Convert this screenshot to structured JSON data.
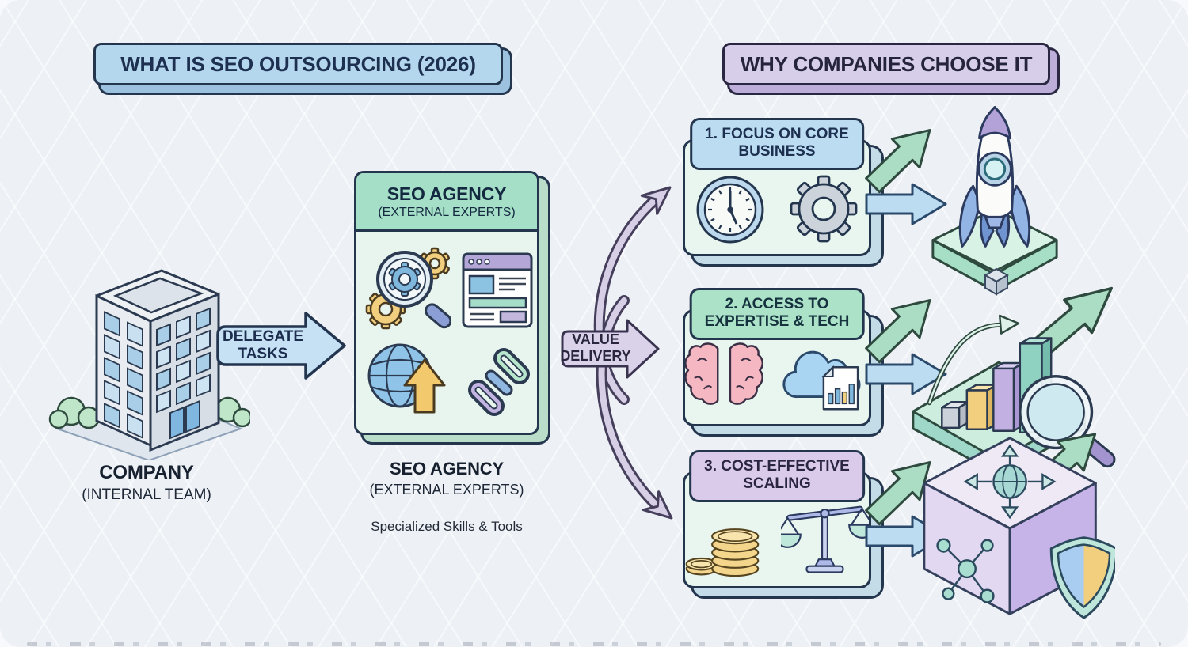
{
  "header": {
    "left_title": "WHAT IS SEO OUTSOURCING (2026)",
    "right_title": "WHY COMPANIES CHOOSE IT"
  },
  "left_flow": {
    "company_label": "COMPANY",
    "company_sublabel": "(INTERNAL TEAM)",
    "delegate_line1": "DELEGATE",
    "delegate_line2": "TASKS"
  },
  "agency": {
    "card_title": "SEO AGENCY",
    "card_subtitle": "(EXTERNAL EXPERTS)",
    "caption_title": "SEO AGENCY",
    "caption_subtitle": "(EXTERNAL EXPERTS)",
    "caption_note": "Specialized Skills & Tools"
  },
  "value_arrow": {
    "line1": "VALUE",
    "line2": "DELIVERY"
  },
  "benefits": [
    {
      "line1": "1. FOCUS ON CORE",
      "line2": "BUSINESS"
    },
    {
      "line1": "2. ACCESS TO",
      "line2": "EXPERTISE & TECH"
    },
    {
      "line1": "3. COST-EFFECTIVE",
      "line2": "SCALING"
    }
  ],
  "icons": {
    "company": "office-building-illustration",
    "agency_card": [
      "seo-research-icon",
      "webpage-icon",
      "global-growth-icon",
      "backlinks-icon"
    ],
    "benefit_1": [
      "clock-icon",
      "gear-icon"
    ],
    "benefit_2": [
      "brain-icon",
      "cloud-analytics-icon"
    ],
    "benefit_3": [
      "coins-icon",
      "balance-scale-icon"
    ],
    "illustrations": [
      "rocket-illustration",
      "growth-chart-illustration",
      "scaling-cube-illustration"
    ]
  },
  "palette": {
    "background": "#edf1f6",
    "outline_dark": "#24354e",
    "title_blue": "#b5d7ee",
    "title_purple": "#d7cfe9",
    "delegate_arrow_blue": "#c6e0f4",
    "value_arrow_purple": "#d9d2e8",
    "card_mint": "#e7f5ee",
    "agency_header_green": "#a5dfc8",
    "badge_blue": "#bcdcf2",
    "badge_green": "#abe2c8",
    "badge_purple": "#d9cbe9",
    "flow_arrow_green": "#abdcc4",
    "flow_arrow_blue": "#bcdcf2"
  }
}
